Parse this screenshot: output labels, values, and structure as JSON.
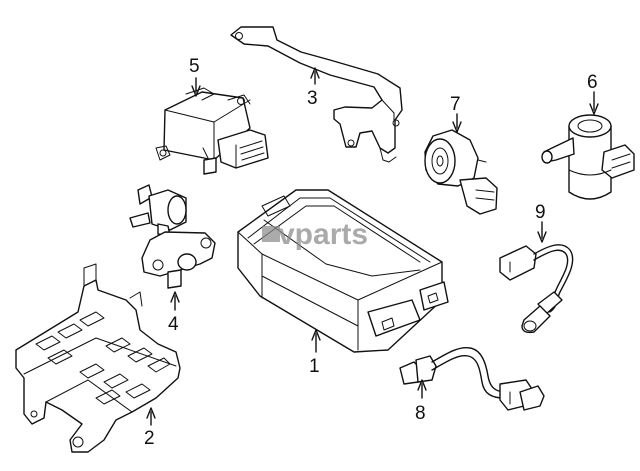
{
  "diagram": {
    "callouts": [
      {
        "id": "part-1",
        "label": "1"
      },
      {
        "id": "part-2",
        "label": "2"
      },
      {
        "id": "part-3",
        "label": "3"
      },
      {
        "id": "part-4",
        "label": "4"
      },
      {
        "id": "part-5",
        "label": "5"
      },
      {
        "id": "part-6",
        "label": "6"
      },
      {
        "id": "part-7",
        "label": "7"
      },
      {
        "id": "part-8",
        "label": "8"
      },
      {
        "id": "part-9",
        "label": "9"
      }
    ],
    "watermark": "vparts"
  },
  "colors": {
    "line": "#111111",
    "watermark": "#8a8a8a",
    "background": "#ffffff"
  }
}
